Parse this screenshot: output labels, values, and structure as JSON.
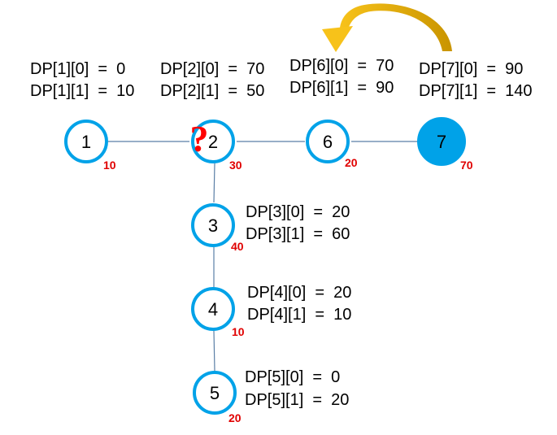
{
  "colors": {
    "node_stroke": "#00A2E8",
    "node_fill_highlight": "#00A2E8",
    "weight": "#e00000",
    "edge": "#5b7fa6",
    "arrow": "#f0b400",
    "question": "#ff0000"
  },
  "nodes": [
    {
      "id": "1",
      "label": "1",
      "weight": "10",
      "dp0": "DP[1][0]  =  0",
      "dp1": "DP[1][1]  =  10",
      "highlight": false
    },
    {
      "id": "2",
      "label": "2",
      "weight": "30",
      "dp0": "DP[2][0]  =  70",
      "dp1": "DP[2][1]  =  50",
      "highlight": false
    },
    {
      "id": "6",
      "label": "6",
      "weight": "20",
      "dp0": "DP[6][0]  =  70",
      "dp1": "DP[6][1]  =  90",
      "highlight": false
    },
    {
      "id": "7",
      "label": "7",
      "weight": "70",
      "dp0": "DP[7][0]  =  90",
      "dp1": "DP[7][1]  =  140",
      "highlight": true
    },
    {
      "id": "3",
      "label": "3",
      "weight": "40",
      "dp0": "DP[3][0]  =  20",
      "dp1": "DP[3][1]  =  60",
      "highlight": false
    },
    {
      "id": "4",
      "label": "4",
      "weight": "10",
      "dp0": "DP[4][0]  =  20",
      "dp1": "DP[4][1]  =  10",
      "highlight": false
    },
    {
      "id": "5",
      "label": "5",
      "weight": "20",
      "dp0": "DP[5][0]  =  0",
      "dp1": "DP[5][1]  =  20",
      "highlight": false
    }
  ],
  "edges": [
    {
      "from": "1",
      "to": "2"
    },
    {
      "from": "2",
      "to": "6"
    },
    {
      "from": "6",
      "to": "7"
    },
    {
      "from": "2",
      "to": "3"
    },
    {
      "from": "3",
      "to": "4"
    },
    {
      "from": "4",
      "to": "5"
    }
  ],
  "question_mark": "?",
  "arrow_icon": "curved-arrow-icon"
}
